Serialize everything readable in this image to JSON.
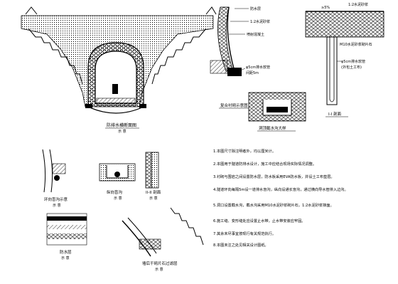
{
  "drawing": {
    "main_section": {
      "title": "防排水横断面图",
      "sub": "示 意"
    },
    "shotcrete_detail": {
      "callouts": [
        "防水层",
        "1:2水泥砂浆",
        "喷射混凝土",
        "φ5cm排水软管",
        "间距5m"
      ],
      "title": "复合衬砌示意图"
    },
    "right_detail": {
      "callouts": [
        "≥5%",
        "1:2水泥砂浆",
        "M10水泥砂浆砌片石",
        "φ5cm排水软管",
        "(外包土工布)"
      ],
      "section_label": "I-I 剖面",
      "title": "洞顶截水沟大样"
    },
    "small_views": [
      {
        "title": "环向盲沟示意",
        "sub": "示 意"
      },
      {
        "title": "纵向盲沟",
        "sub": "示 意"
      },
      {
        "title": "II-II 剖面",
        "sub": "示 意"
      }
    ],
    "lower_views": [
      {
        "title": "防水层",
        "sub": "示 意"
      },
      {
        "title": "墙后干砌片石过滤层",
        "sub": "示 意"
      }
    ],
    "notes": [
      "1.本图尺寸除注明者外，均以厘米计。",
      "2.本图用于隧道防排水设计，施工中应结合现场实际情况调整。",
      "3.衬砌与围岩之间设置防水层，防水板采用EVA防水板，并设土工布垫层。",
      "4.隧道环向每隔5m设一道排水盲沟，纵向设通长盲沟，通过横向导水管排入边沟。",
      "5.洞口设置截水沟，截水沟采用M10水泥砂浆砌片石，1:2水泥砂浆抹面。",
      "6.施工缝、变形缝处应设置止水带，止水带安装应牢固。",
      "7.其余未尽事宜按现行有关规范执行。",
      "8.本图未注之处见相关设计图纸。"
    ]
  }
}
